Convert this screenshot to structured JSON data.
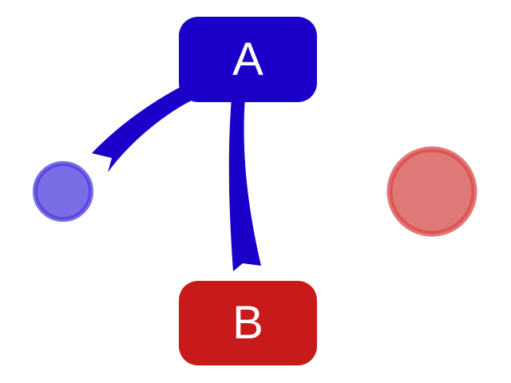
{
  "diagram": {
    "nodes": [
      {
        "id": "A",
        "label": "A",
        "shape": "rounded-rect",
        "color": "#1a00c8"
      },
      {
        "id": "B",
        "label": "B",
        "shape": "rounded-rect",
        "color": "#c81a1a"
      },
      {
        "id": "blue-circle",
        "label": "",
        "shape": "circle",
        "color": "#7a6ee6",
        "stroke": "#4a3ae0"
      },
      {
        "id": "red-circle",
        "label": "",
        "shape": "circle",
        "color": "#e07878",
        "stroke": "#d84848"
      }
    ],
    "edges": [
      {
        "from": "A",
        "to": "blue-circle",
        "style": "tapered-arrow",
        "color": "#1a00c8"
      },
      {
        "from": "A",
        "to": "B",
        "style": "tapered-arrow",
        "color": "#1a00c8"
      }
    ]
  }
}
